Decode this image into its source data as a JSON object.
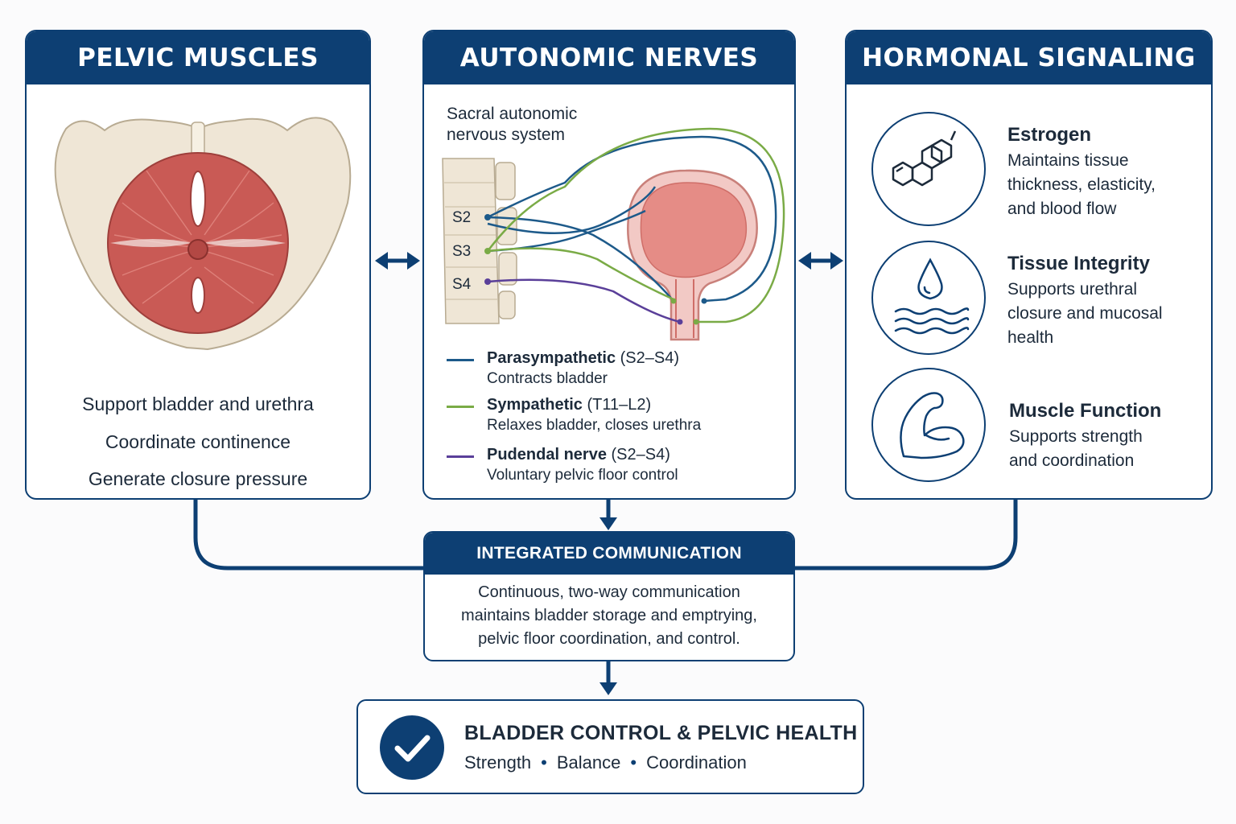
{
  "colors": {
    "navy": "#0d3f73",
    "parasympathetic": "#1d5a8a",
    "sympathetic": "#7aab46",
    "pudendal": "#5a3f99",
    "muscle": "#c95a55",
    "bone": "#efe6d6"
  },
  "panels": {
    "muscles": {
      "title": "PELVIC MUSCLES",
      "lines": [
        "Support bladder and urethra",
        "Coordinate continence",
        "Generate closure pressure"
      ]
    },
    "nerves": {
      "title": "AUTONOMIC NERVES",
      "subtitle": "Sacral autonomic\nnervous system",
      "levels": [
        "S2",
        "S3",
        "S4"
      ],
      "legend": [
        {
          "name": "Parasympathetic",
          "range": "(S2–S4)",
          "desc": "Contracts bladder",
          "color_key": "parasympathetic"
        },
        {
          "name": "Sympathetic",
          "range": "(T11–L2)",
          "desc": "Relaxes bladder, closes urethra",
          "color_key": "sympathetic"
        },
        {
          "name": "Pudendal nerve",
          "range": "(S2–S4)",
          "desc": "Voluntary pelvic floor control",
          "color_key": "pudendal"
        }
      ]
    },
    "hormones": {
      "title": "HORMONAL SIGNALING",
      "items": [
        {
          "title": "Estrogen",
          "desc": "Maintains tissue\nthickness, elasticity,\nand blood flow",
          "icon": "steroid-molecule-icon"
        },
        {
          "title": "Tissue Integrity",
          "desc": "Supports urethral\nclosure and mucosal\nhealth",
          "icon": "water-drop-icon"
        },
        {
          "title": "Muscle Function",
          "desc": "Supports strength\nand coordination",
          "icon": "flexed-arm-icon"
        }
      ]
    }
  },
  "integrated": {
    "title": "INTEGRATED COMMUNICATION",
    "body": "Continuous, two-way communication\nmaintains bladder storage and emptrying,\npelvic floor coordination, and control."
  },
  "outcome": {
    "title": "BLADDER CONTROL & PELVIC HEALTH",
    "items": [
      "Strength",
      "Balance",
      "Coordination"
    ],
    "icon": "checkmark-icon"
  }
}
